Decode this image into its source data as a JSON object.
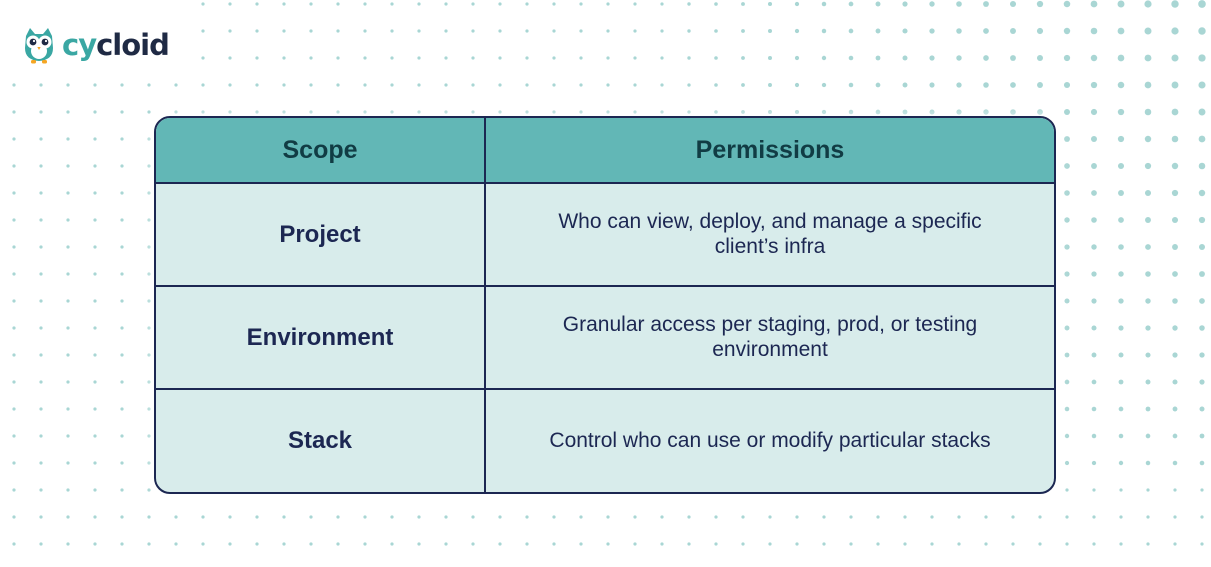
{
  "brand": {
    "name_part1": "cy",
    "name_part2": "cloid",
    "logo_icon": "owl-icon",
    "colors": {
      "teal": "#3aa7a3",
      "navy": "#1f2a44",
      "owl_orange": "#f5a623"
    }
  },
  "table": {
    "headers": [
      "Scope",
      "Permissions"
    ],
    "rows": [
      {
        "scope": "Project",
        "permissions": "Who can view, deploy, and manage a specific client’s infra"
      },
      {
        "scope": "Environment",
        "permissions": "Granular access per staging, prod, or testing environment"
      },
      {
        "scope": "Stack",
        "permissions": "Control who can use or modify particular stacks"
      }
    ],
    "colors": {
      "header_bg": "#62b7b6",
      "body_bg": "#d8eceb",
      "border": "#1c2752"
    }
  },
  "background": {
    "pattern": "dot-grid",
    "dot_color": "#a9d6d4"
  }
}
